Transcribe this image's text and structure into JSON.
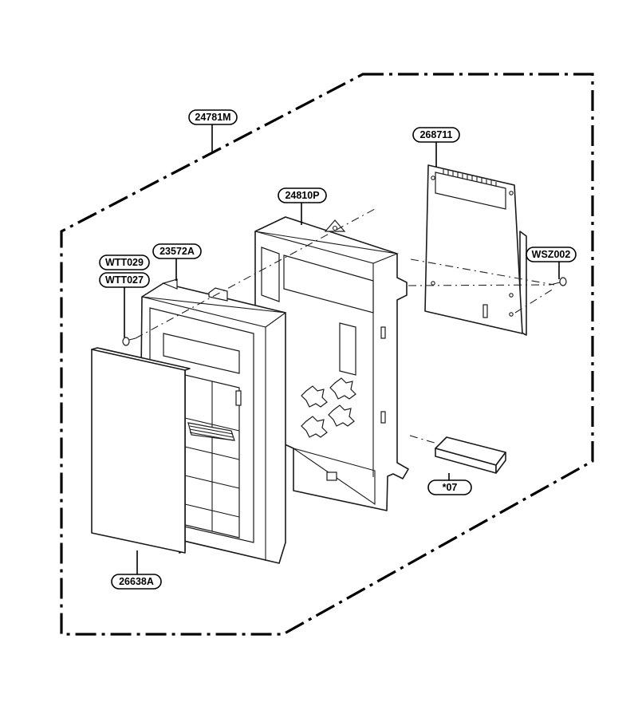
{
  "labels": {
    "assembly": "24781M",
    "pcb": "268711",
    "frame": "24810P",
    "panel": "23572A",
    "screw_a": "WTT029",
    "screw_b": "WTT027",
    "screw_c": "WSZ002",
    "membrane": "26638A",
    "part_07": "*07"
  }
}
